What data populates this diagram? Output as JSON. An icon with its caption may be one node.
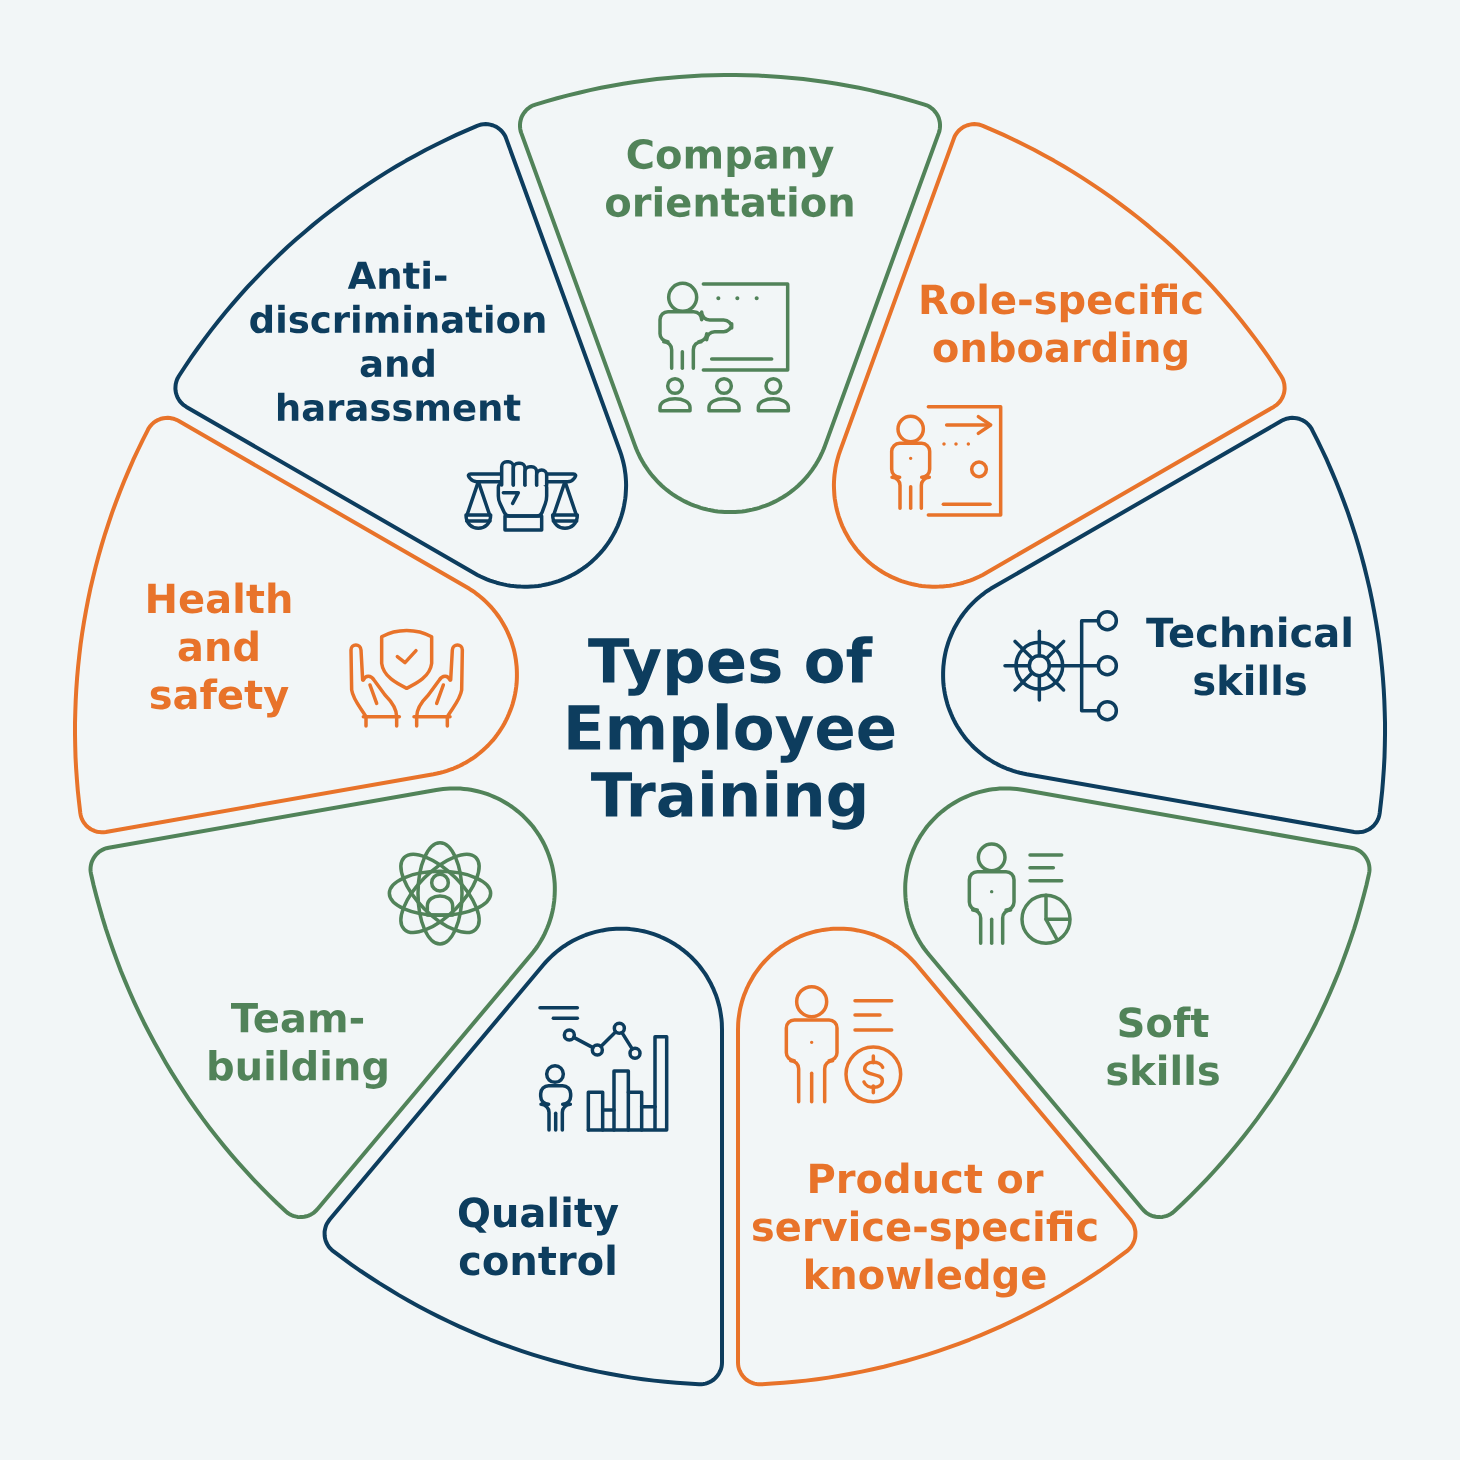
{
  "diagram": {
    "title": "Types of Employee Training",
    "nodes": [
      {
        "text": [
          "Company orientation"
        ]
      },
      {
        "text": [
          "Role-specific onboarding"
        ]
      },
      {
        "text": [
          "Technical skills"
        ]
      },
      {
        "text": [
          "Soft skills"
        ]
      },
      {
        "text": [
          "Product or service-specific knowledge"
        ]
      },
      {
        "text": [
          "Quality control"
        ]
      },
      {
        "text": [
          "Team-building"
        ]
      },
      {
        "text": [
          "Health and safety"
        ]
      },
      {
        "text": [
          "Anti-discrimination and harassment"
        ]
      }
    ]
  }
}
